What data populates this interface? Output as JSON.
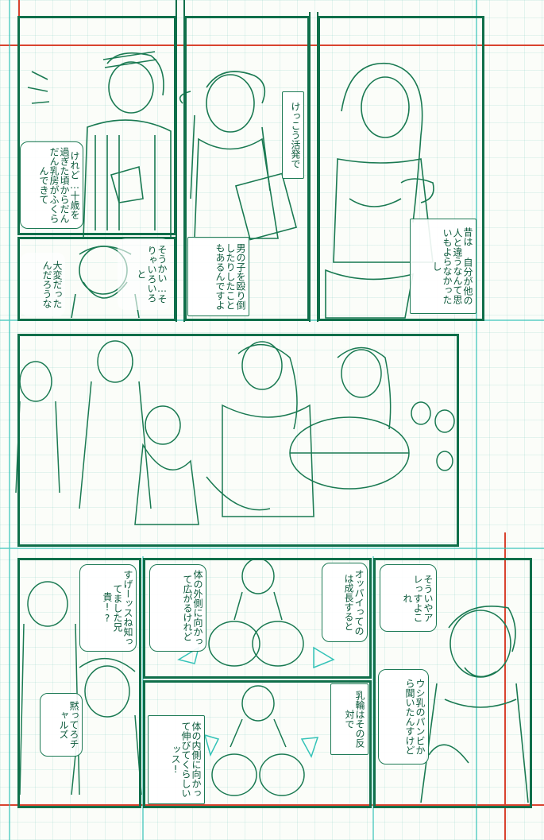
{
  "page": {
    "colors": {
      "pencil": "#0f6f4a",
      "cyan": "#34c3b8",
      "red": "#d9432f",
      "paper": "#fbfdf9"
    }
  },
  "panels": [
    {
      "id": "p1",
      "balloons": [
        {
          "id": "b1",
          "text": "けれど…十歳を過ぎた頃からだんだん乳房がふくらんできて"
        }
      ]
    },
    {
      "id": "p2",
      "balloons": [
        {
          "id": "b2",
          "text": "けっこう活発で"
        },
        {
          "id": "b3",
          "text": "男の子を殴り倒したりしたこともあるんですよ"
        }
      ]
    },
    {
      "id": "p3",
      "balloons": [
        {
          "id": "b4",
          "text": "昔は 自分が他の人と違うなんて思いもよらなかったし"
        }
      ]
    },
    {
      "id": "p4",
      "balloons": [
        {
          "id": "b5",
          "text": "大変だったんだろうな"
        },
        {
          "id": "b6",
          "text": "そうかい…そりゃいろいろと"
        }
      ]
    },
    {
      "id": "p5",
      "balloons": []
    },
    {
      "id": "p6",
      "balloons": [
        {
          "id": "b7",
          "text": "すげーッスね知ってました兄貴!?"
        },
        {
          "id": "b8",
          "text": "黙ってろチャルズ"
        }
      ]
    },
    {
      "id": "p7",
      "balloons": [
        {
          "id": "b9",
          "text": "体の外側に向かって広がるけれど"
        },
        {
          "id": "b10",
          "text": "オッパイってのは成長すると"
        }
      ]
    },
    {
      "id": "p8",
      "balloons": [
        {
          "id": "b11",
          "text": "体の内側に向かって伸びてくらしいッス!"
        },
        {
          "id": "b12",
          "text": "乳輪はその反対で"
        }
      ]
    },
    {
      "id": "p9",
      "balloons": [
        {
          "id": "b13",
          "text": "そういやアレっすよこれ"
        },
        {
          "id": "b14",
          "text": "ウシ乳のパンビから聞いたんすけど"
        }
      ]
    }
  ]
}
